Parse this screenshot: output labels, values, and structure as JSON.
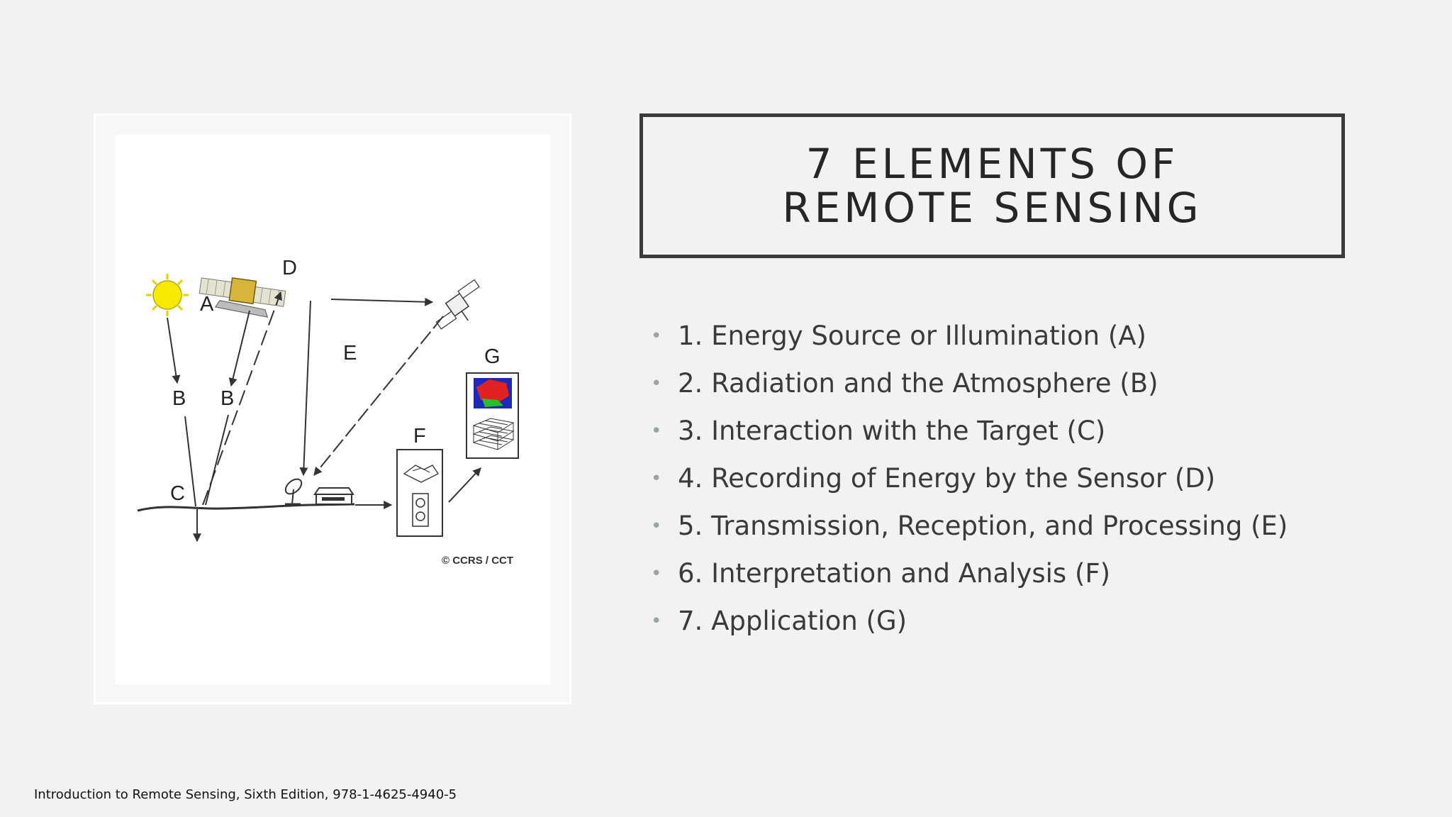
{
  "slide": {
    "title": "7 ELEMENTS OF REMOTE SENSING",
    "bullets": [
      "1. Energy Source or Illumination (A)",
      "2. Radiation and the Atmosphere (B)",
      "3. Interaction with the Target (C)",
      "4. Recording of Energy by the Sensor (D)",
      "5. Transmission, Reception, and Processing (E)",
      "6. Interpretation and Analysis (F)",
      "7. Application (G)"
    ],
    "bullet_glyph": "•",
    "footer": "Introduction to Remote Sensing, Sixth Edition, 978-1-4625-4940-5"
  },
  "figure": {
    "labels": {
      "a": "A",
      "b1": "B",
      "b2": "B",
      "c": "C",
      "d": "D",
      "e": "E",
      "f": "F",
      "g": "G"
    },
    "credit": "© CCRS / CCT"
  },
  "colors": {
    "background": "#f2f2f2",
    "title_border": "#3b3b3b",
    "bullet_dot": "#9aa5a0",
    "sun": "#f5ea00"
  }
}
